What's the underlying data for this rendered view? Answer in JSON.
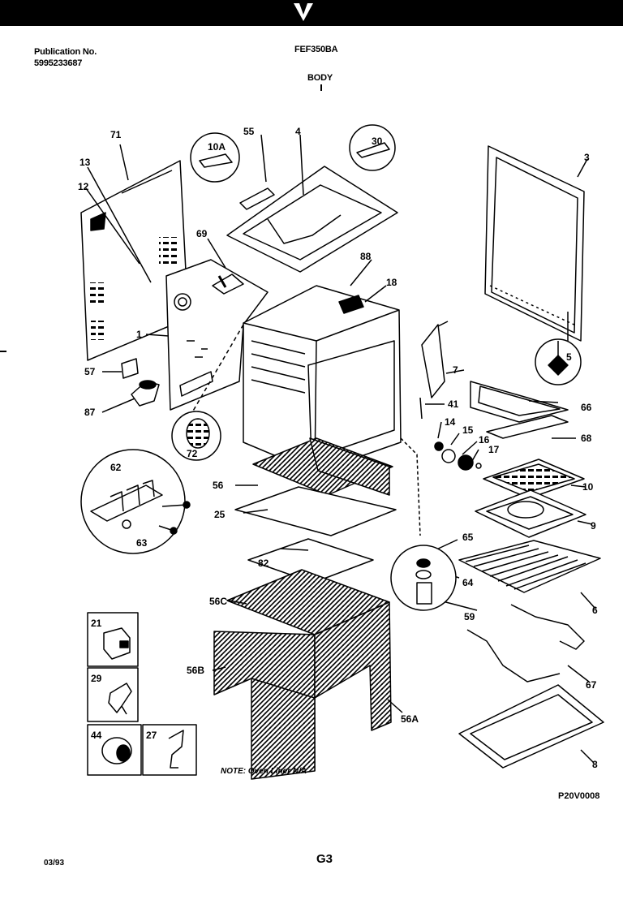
{
  "header": {
    "publication_label": "Publication No.",
    "publication_number": "5995233687",
    "model": "FEF350BA",
    "section": "BODY"
  },
  "labels": {
    "p1": "1",
    "p3": "3",
    "p4": "4",
    "p5": "5",
    "p6": "6",
    "p7": "7",
    "p8": "8",
    "p9": "9",
    "p10": "10",
    "p10a": "10A",
    "p12": "12",
    "p13": "13",
    "p14": "14",
    "p15": "15",
    "p16": "16",
    "p17": "17",
    "p18": "18",
    "p21": "21",
    "p25": "25",
    "p27": "27",
    "p29": "29",
    "p30": "30",
    "p44": "44",
    "p55": "55",
    "p56": "56",
    "p56a": "56A",
    "p56b": "56B",
    "p56c": "56C",
    "p57": "57",
    "p59": "59",
    "p62": "62",
    "p63": "63",
    "p64": "64",
    "p65": "65",
    "p66": "66",
    "p67": "67",
    "p67b": "67",
    "p68": "68",
    "p69": "69",
    "p71": "71",
    "p72": "72",
    "p82": "82",
    "p87": "87",
    "p88": "88",
    "p41": "41"
  },
  "footer": {
    "note": "NOTE: Oven Liner N/A",
    "drawing_code": "P20V0008",
    "date": "03/93",
    "page": "G3"
  }
}
